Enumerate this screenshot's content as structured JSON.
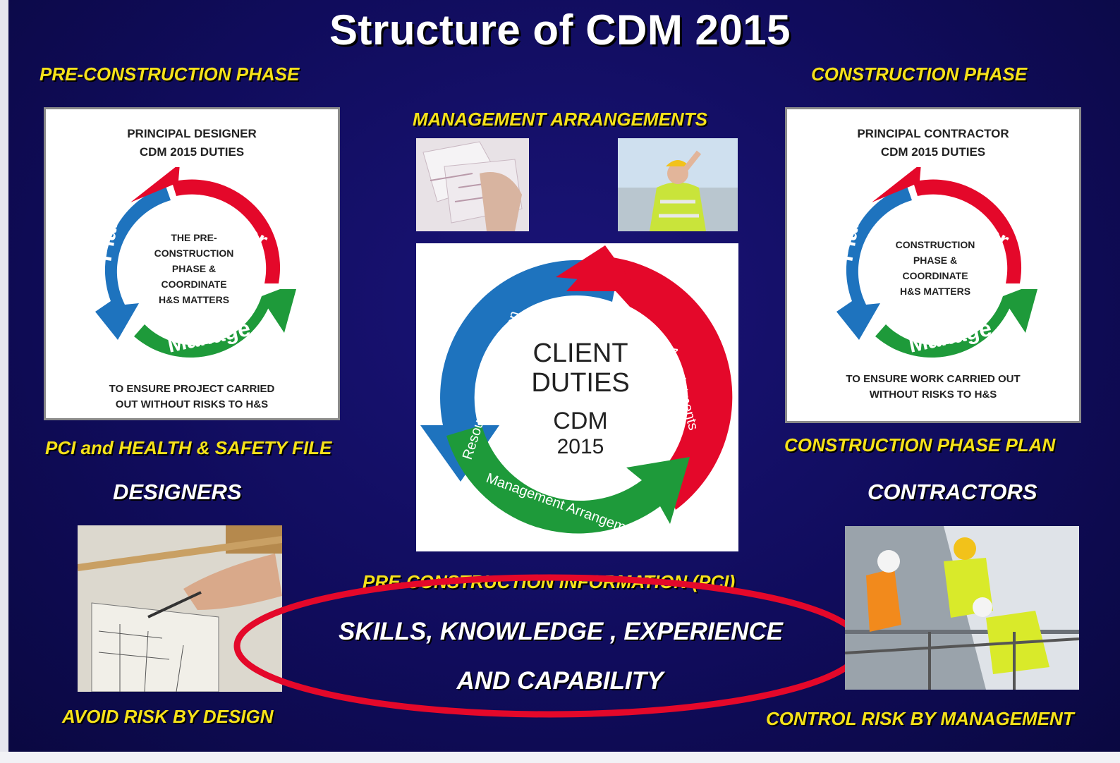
{
  "title": "Structure of CDM 2015",
  "left": {
    "phase": "PRE-CONSTRUCTION  PHASE",
    "card": {
      "head_line1": "PRINCIPAL DESIGNER",
      "head_line2": "CDM 2015 DUTIES",
      "cycle": {
        "monitor": "Monitor",
        "plan": "Plan",
        "manage": "Manage"
      },
      "center_lines": [
        "THE PRE-",
        "CONSTRUCTION",
        "PHASE &",
        "COORDINATE",
        "H&S MATTERS"
      ],
      "foot_line1": "TO ENSURE PROJECT CARRIED",
      "foot_line2": "OUT WITHOUT RISKS TO H&S"
    },
    "document": "PCI and HEALTH  & SAFETY  FILE",
    "role": "DESIGNERS",
    "caption": "AVOID RISK  BY DESIGN"
  },
  "center": {
    "heading": "MANAGEMENT  ARRANGEMENTS",
    "cycle": {
      "resources": "Resources & Information",
      "appointments": "Appointments",
      "management": "Management Arrangements",
      "center_line1": "CLIENT",
      "center_line2": "DUTIES",
      "center_line3": "CDM",
      "center_line4": "2015"
    },
    "pci": "PRE-CONSTRUCTION  INFORMATION  (PCI)",
    "skills_line1": "SKILLS, KNOWLEDGE , EXPERIENCE",
    "skills_line2": "AND CAPABILITY"
  },
  "right": {
    "phase": "CONSTRUCTION  PHASE",
    "card": {
      "head_line1": "PRINCIPAL CONTRACTOR",
      "head_line2": "CDM 2015 DUTIES",
      "cycle": {
        "monitor": "Monitor",
        "plan": "Plan",
        "manage": "Manage"
      },
      "center_lines": [
        "CONSTRUCTION",
        "PHASE &",
        "COORDINATE",
        "H&S MATTERS"
      ],
      "foot_line1": "TO ENSURE WORK CARRIED OUT",
      "foot_line2": "WITHOUT RISKS TO H&S"
    },
    "document": "CONSTRUCTION  PHASE  PLAN",
    "role": "CONTRACTORS",
    "caption": "CONTROL  RISK  BY MANAGEMENT"
  },
  "colors": {
    "red": "#e4082a",
    "green": "#1e9a3a",
    "blue": "#1e73be",
    "yellow": "#f6e21a"
  }
}
